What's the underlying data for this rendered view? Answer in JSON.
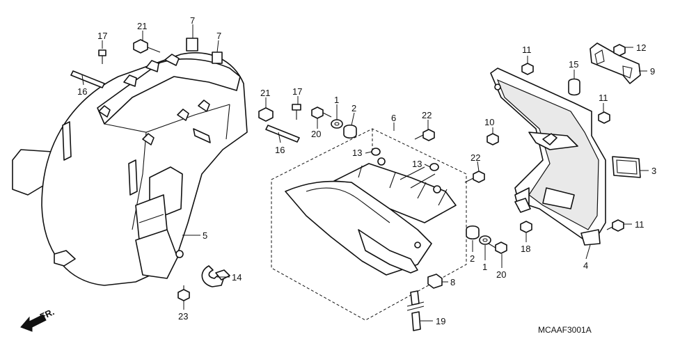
{
  "diagram_code": "MCAAF3001A",
  "direction_label": "FR.",
  "callouts": [
    {
      "id": "c17a",
      "label": "17"
    },
    {
      "id": "c21a",
      "label": "21"
    },
    {
      "id": "c7a",
      "label": "7"
    },
    {
      "id": "c7b",
      "label": "7"
    },
    {
      "id": "c16a",
      "label": "16"
    },
    {
      "id": "c21b",
      "label": "21"
    },
    {
      "id": "c17b",
      "label": "17"
    },
    {
      "id": "c16b",
      "label": "16"
    },
    {
      "id": "c1a",
      "label": "1"
    },
    {
      "id": "c2a",
      "label": "2"
    },
    {
      "id": "c20a",
      "label": "20"
    },
    {
      "id": "c6",
      "label": "6"
    },
    {
      "id": "c22a",
      "label": "22"
    },
    {
      "id": "c13a",
      "label": "13"
    },
    {
      "id": "c13b",
      "label": "13"
    },
    {
      "id": "c22b",
      "label": "22"
    },
    {
      "id": "c5",
      "label": "5"
    },
    {
      "id": "c14",
      "label": "14"
    },
    {
      "id": "c23",
      "label": "23"
    },
    {
      "id": "c2b",
      "label": "2"
    },
    {
      "id": "c1b",
      "label": "1"
    },
    {
      "id": "c20b",
      "label": "20"
    },
    {
      "id": "c8",
      "label": "8"
    },
    {
      "id": "c19",
      "label": "19"
    },
    {
      "id": "c11a",
      "label": "11"
    },
    {
      "id": "c12",
      "label": "12"
    },
    {
      "id": "c9",
      "label": "9"
    },
    {
      "id": "c15",
      "label": "15"
    },
    {
      "id": "c11b",
      "label": "11"
    },
    {
      "id": "c10",
      "label": "10"
    },
    {
      "id": "c3",
      "label": "3"
    },
    {
      "id": "c11c",
      "label": "11"
    },
    {
      "id": "c18",
      "label": "18"
    },
    {
      "id": "c4",
      "label": "4"
    }
  ]
}
